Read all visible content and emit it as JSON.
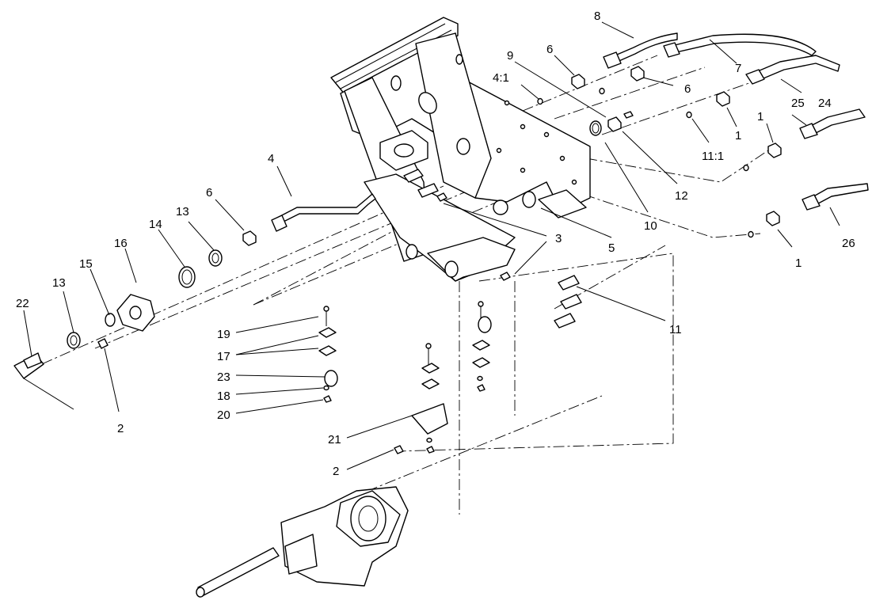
{
  "callouts": [
    {
      "id": "c-1a",
      "label": "1"
    },
    {
      "id": "c-1b",
      "label": "1"
    },
    {
      "id": "c-1c",
      "label": "1"
    },
    {
      "id": "c-2a",
      "label": "2"
    },
    {
      "id": "c-2b",
      "label": "2"
    },
    {
      "id": "c-3",
      "label": "3"
    },
    {
      "id": "c-4",
      "label": "4"
    },
    {
      "id": "c-4-1",
      "label": "4:1"
    },
    {
      "id": "c-5",
      "label": "5"
    },
    {
      "id": "c-6a",
      "label": "6"
    },
    {
      "id": "c-6b",
      "label": "6"
    },
    {
      "id": "c-6c",
      "label": "6"
    },
    {
      "id": "c-7",
      "label": "7"
    },
    {
      "id": "c-8",
      "label": "8"
    },
    {
      "id": "c-9",
      "label": "9"
    },
    {
      "id": "c-10",
      "label": "10"
    },
    {
      "id": "c-11",
      "label": "11"
    },
    {
      "id": "c-11-1",
      "label": "11:1"
    },
    {
      "id": "c-12",
      "label": "12"
    },
    {
      "id": "c-13a",
      "label": "13"
    },
    {
      "id": "c-13b",
      "label": "13"
    },
    {
      "id": "c-14",
      "label": "14"
    },
    {
      "id": "c-15",
      "label": "15"
    },
    {
      "id": "c-16",
      "label": "16"
    },
    {
      "id": "c-17",
      "label": "17"
    },
    {
      "id": "c-18",
      "label": "18"
    },
    {
      "id": "c-19",
      "label": "19"
    },
    {
      "id": "c-20",
      "label": "20"
    },
    {
      "id": "c-21",
      "label": "21"
    },
    {
      "id": "c-22",
      "label": "22"
    },
    {
      "id": "c-23",
      "label": "23"
    },
    {
      "id": "c-24",
      "label": "24"
    },
    {
      "id": "c-25",
      "label": "25"
    },
    {
      "id": "c-26",
      "label": "26"
    }
  ]
}
